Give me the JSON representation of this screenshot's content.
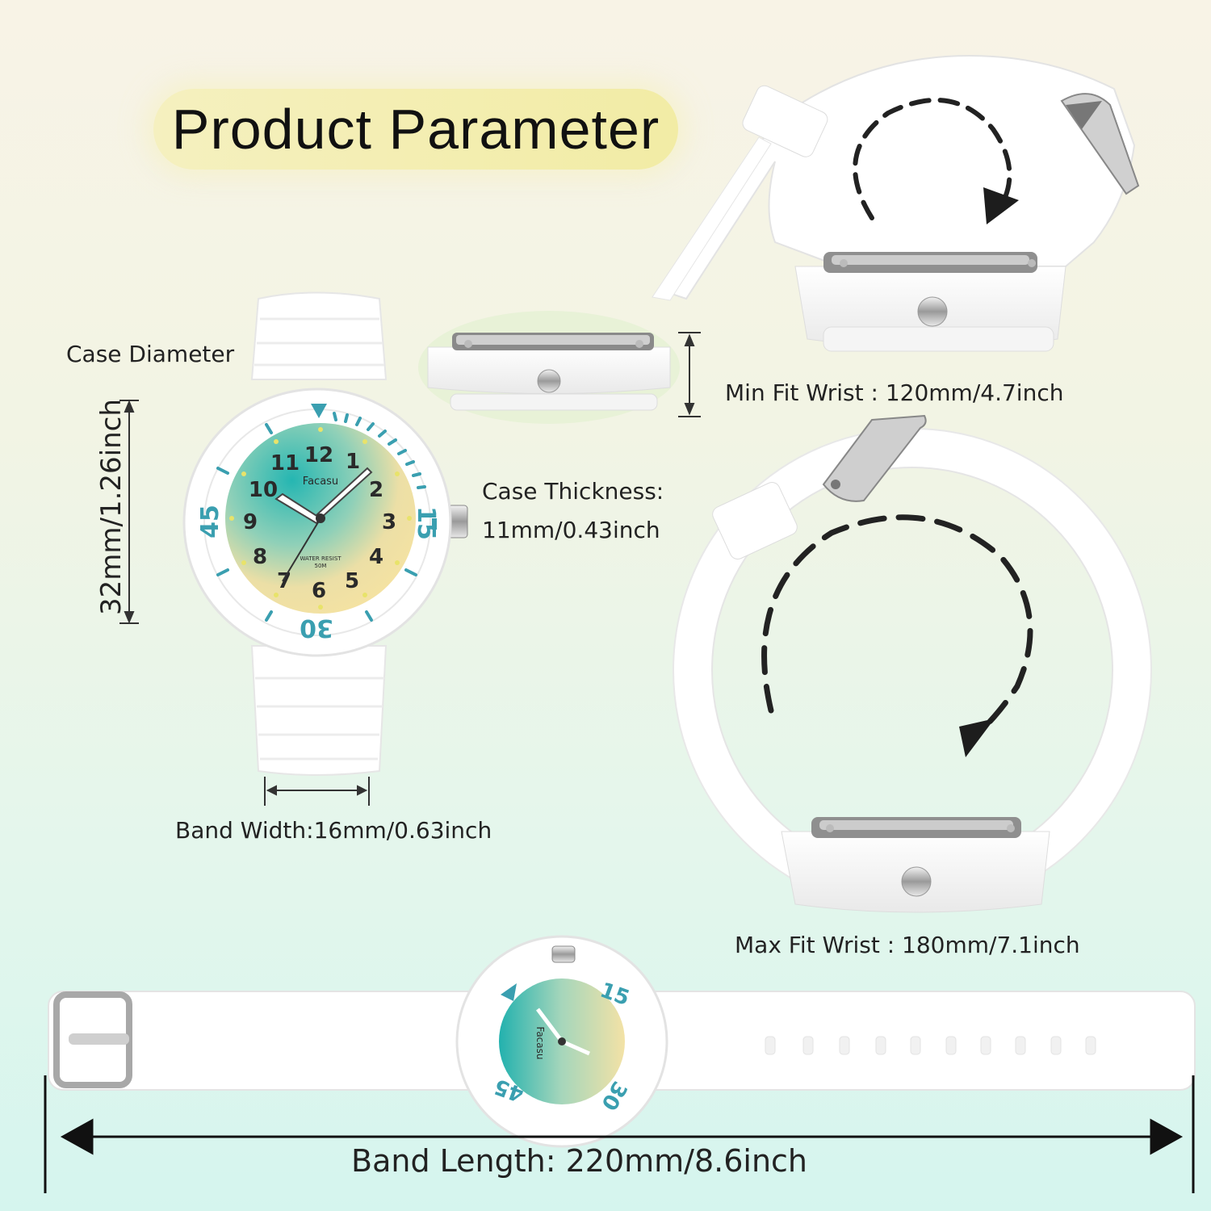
{
  "title": "Product Parameter",
  "brand": "Facasu",
  "dial_text": {
    "water": "WATER RESIST",
    "depth": "50M"
  },
  "bezel_numbers": [
    "15",
    "30",
    "45"
  ],
  "dial_numbers": [
    "12",
    "1",
    "2",
    "3",
    "4",
    "5",
    "6",
    "7",
    "8",
    "9",
    "10",
    "11"
  ],
  "labels": {
    "case_diameter": "Case Diameter",
    "case_diameter_value": "32mm/1.26inch",
    "case_thickness": "Case Thickness:",
    "case_thickness_value": "11mm/0.43inch",
    "band_width": "Band Width:16mm/0.63inch",
    "min_fit_wrist": "Min Fit Wrist : 120mm/4.7inch",
    "max_fit_wrist": "Max Fit Wrist : 180mm/7.1inch",
    "band_length": "Band Length: 220mm/8.6inch"
  },
  "colors": {
    "teal": "#3a9fb0",
    "band_white": "#ffffff",
    "dial_teal": "#2fb8b4",
    "dial_cream": "#f1e3a8"
  }
}
